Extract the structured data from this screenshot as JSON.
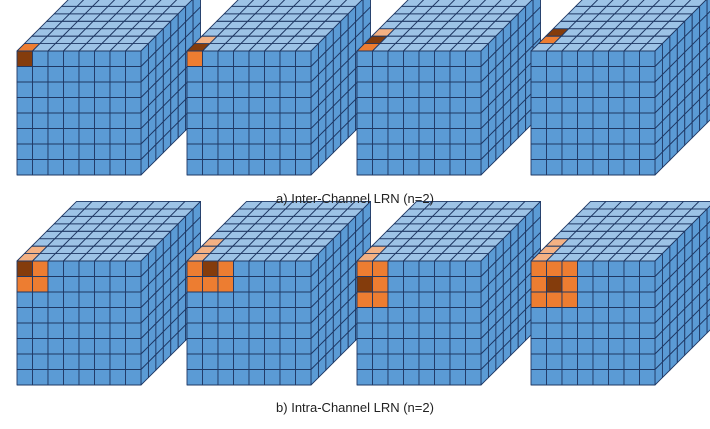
{
  "captions": {
    "inter": "a) Inter-Channel LRN (n=2)",
    "intra": "b) Intra-Channel LRN (n=2)"
  },
  "colors": {
    "blue": "#5b9bd5",
    "light_blue": "#9dc3e6",
    "edge": "#1f3864",
    "orange": "#ed7d31",
    "light_orange": "#f4b183",
    "dark_orange": "#843c0c"
  },
  "cube": {
    "cells_per_side": 8
  },
  "rows": [
    {
      "id": "inter",
      "cubes": [
        {
          "front": [
            [
              0,
              0,
              "dark_orange"
            ]
          ],
          "top": [
            [
              0,
              0,
              "orange"
            ]
          ]
        },
        {
          "front": [
            [
              0,
              0,
              "orange"
            ]
          ],
          "top": [
            [
              0,
              0,
              "dark_orange"
            ],
            [
              1,
              0,
              "light_orange"
            ]
          ]
        },
        {
          "front": [],
          "top": [
            [
              0,
              0,
              "orange"
            ],
            [
              1,
              0,
              "dark_orange"
            ],
            [
              2,
              0,
              "light_orange"
            ]
          ]
        },
        {
          "front": [],
          "top": [
            [
              1,
              0,
              "orange"
            ],
            [
              2,
              0,
              "dark_orange"
            ]
          ]
        }
      ]
    },
    {
      "id": "intra",
      "cubes": [
        {
          "front": [
            [
              0,
              0,
              "dark_orange"
            ],
            [
              1,
              0,
              "orange"
            ],
            [
              0,
              1,
              "orange"
            ],
            [
              1,
              1,
              "orange"
            ]
          ],
          "top": [
            [
              0,
              0,
              "light_orange"
            ],
            [
              1,
              0,
              "light_orange"
            ]
          ]
        },
        {
          "front": [
            [
              0,
              0,
              "orange"
            ],
            [
              1,
              0,
              "dark_orange"
            ],
            [
              2,
              0,
              "orange"
            ],
            [
              0,
              1,
              "orange"
            ],
            [
              1,
              1,
              "orange"
            ],
            [
              2,
              1,
              "orange"
            ]
          ],
          "top": [
            [
              0,
              0,
              "light_orange"
            ],
            [
              1,
              0,
              "light_orange"
            ],
            [
              2,
              0,
              "light_orange"
            ]
          ]
        },
        {
          "front": [
            [
              0,
              0,
              "orange"
            ],
            [
              1,
              0,
              "orange"
            ],
            [
              0,
              1,
              "dark_orange"
            ],
            [
              1,
              1,
              "orange"
            ],
            [
              0,
              2,
              "orange"
            ],
            [
              1,
              2,
              "orange"
            ]
          ],
          "top": [
            [
              0,
              0,
              "light_orange"
            ],
            [
              1,
              0,
              "light_orange"
            ]
          ]
        },
        {
          "front": [
            [
              0,
              0,
              "orange"
            ],
            [
              1,
              0,
              "orange"
            ],
            [
              2,
              0,
              "orange"
            ],
            [
              0,
              1,
              "orange"
            ],
            [
              1,
              1,
              "dark_orange"
            ],
            [
              2,
              1,
              "orange"
            ],
            [
              0,
              2,
              "orange"
            ],
            [
              1,
              2,
              "orange"
            ],
            [
              2,
              2,
              "orange"
            ]
          ],
          "top": [
            [
              0,
              0,
              "light_orange"
            ],
            [
              1,
              0,
              "light_orange"
            ],
            [
              2,
              0,
              "light_orange"
            ]
          ]
        }
      ]
    }
  ]
}
